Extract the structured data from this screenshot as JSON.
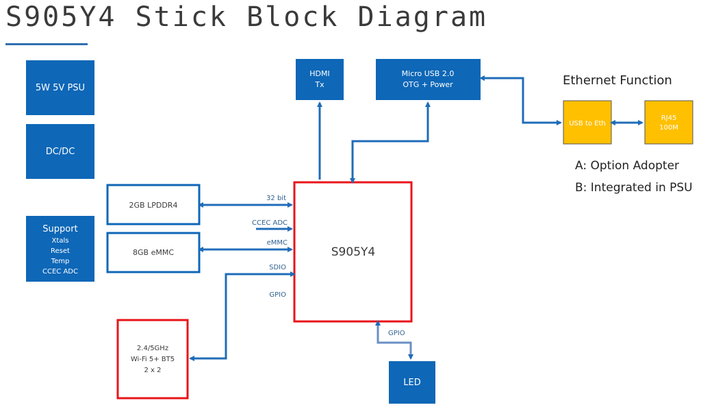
{
  "title": "S905Y4 Stick Block Diagram",
  "colors": {
    "block_blue": "#0e67b7",
    "arrow_blue": "#1f6cb8",
    "accent_red": "#e8141a",
    "eth_yellow": "#ffc000"
  },
  "blocks": {
    "psu": "5W 5V PSU",
    "dcdc": "DC/DC",
    "support": {
      "title": "Support",
      "items": [
        "Xtals",
        "Reset",
        "Temp",
        "CCEC ADC"
      ]
    },
    "lpddr4": "2GB LPDDR4",
    "emmc": "8GB eMMC",
    "wifi": [
      "2.4/5GHz",
      "Wi-Fi 5+ BT5",
      "2 x 2"
    ],
    "soc": "S905Y4",
    "hdmi": [
      "HDMI",
      "Tx"
    ],
    "usb": [
      "Micro USB 2.0",
      "OTG + Power"
    ],
    "led": "LED",
    "usb_eth": "USB to Eth",
    "rj45": [
      "RJ45",
      "100M"
    ]
  },
  "links": {
    "bus32": "32 bit",
    "ccec": "CCEC ADC",
    "emmc": "eMMC",
    "sdio": "SDIO",
    "gpio_left": "GPIO",
    "gpio_bottom": "GPIO"
  },
  "ethernet": {
    "title": "Ethernet Function",
    "option_a": "A: Option Adopter",
    "option_b": "B: Integrated in PSU"
  }
}
